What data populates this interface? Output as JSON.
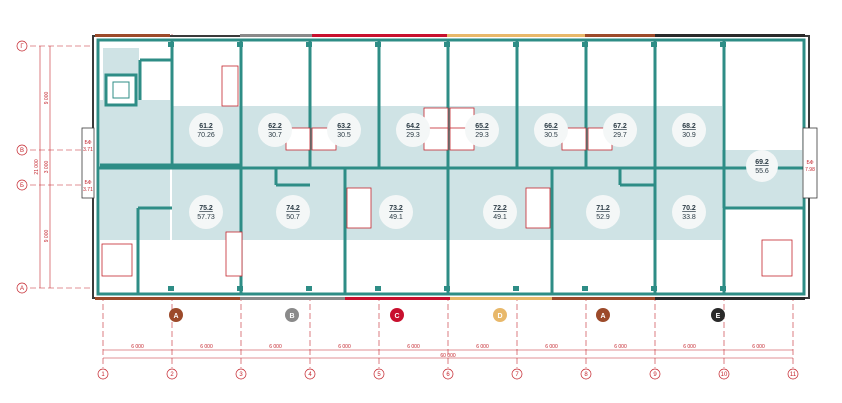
{
  "axes_columns": [
    "1",
    "2",
    "3",
    "4",
    "5",
    "6",
    "7",
    "8",
    "9",
    "10",
    "11"
  ],
  "axes_rows": [
    "Г",
    "В",
    "Б",
    "А"
  ],
  "col_dims": [
    "6 000",
    "6 000",
    "6 000",
    "6 000",
    "6 000",
    "6 000",
    "6 000",
    "6 000",
    "6 000",
    "6 000"
  ],
  "total_dim": "60 000",
  "left_dims": [
    "9 000",
    "3 000",
    "9 000"
  ],
  "left_total": "21 000",
  "left_small_dim": "3 000",
  "units_top": [
    {
      "name": "61.2",
      "area": "70.26"
    },
    {
      "name": "62.2",
      "area": "30.7"
    },
    {
      "name": "63.2",
      "area": "30.5"
    },
    {
      "name": "64.2",
      "area": "29.3"
    },
    {
      "name": "65.2",
      "area": "29.3"
    },
    {
      "name": "66.2",
      "area": "30.5"
    },
    {
      "name": "67.2",
      "area": "29.7"
    },
    {
      "name": "68.2",
      "area": "30.9"
    }
  ],
  "units_bottom": [
    {
      "name": "75.2",
      "area": "57.73"
    },
    {
      "name": "74.2",
      "area": "50.7"
    },
    {
      "name": "73.2",
      "area": "49.1"
    },
    {
      "name": "72.2",
      "area": "49.1"
    },
    {
      "name": "71.2",
      "area": "52.9"
    },
    {
      "name": "70.2",
      "area": "33.8"
    }
  ],
  "unit_right": {
    "name": "69.2",
    "area": "55.6"
  },
  "side_left": [
    {
      "name": "БФ",
      "area": "3.71"
    },
    {
      "name": "БФ",
      "area": "3.71"
    }
  ],
  "side_right": {
    "name": "БФ",
    "area": "7.98"
  },
  "entrances": [
    {
      "letter": "А",
      "color": "#9c4a2a"
    },
    {
      "letter": "В",
      "color": "#8a8a8a"
    },
    {
      "letter": "С",
      "color": "#c8102e"
    },
    {
      "letter": "D",
      "color": "#e8b86a"
    },
    {
      "letter": "А",
      "color": "#9c4a2a"
    },
    {
      "letter": "Е",
      "color": "#2a2a2a"
    }
  ],
  "colors": {
    "wall": "#2e8d86",
    "fill": "#cfe3e5",
    "axis": "#c4252d",
    "outer": "#3a3a3a"
  }
}
